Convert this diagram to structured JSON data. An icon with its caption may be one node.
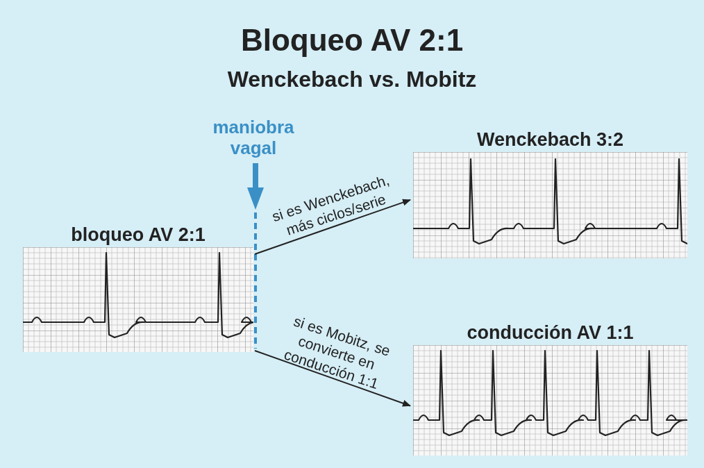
{
  "diagram": {
    "title": "Bloqueo AV 2:1",
    "nodes": [
      {
        "text": [
          "bloqueo AV 2:1"
        ]
      },
      {
        "text": [
          "Wenckebach 3:2"
        ]
      },
      {
        "text": [
          "conducción AV 1:1"
        ]
      }
    ],
    "edges": [
      {
        "from": 0,
        "to": 1,
        "arrow": "to",
        "label": "si es Wenckebach, más ciclos/serie"
      },
      {
        "from": 0,
        "to": 2,
        "arrow": "to",
        "label": "si es Mobitz, se convierte en conducción 1:1"
      }
    ],
    "labels": [
      "Wenckebach vs. Mobitz",
      "maniobra vagal"
    ]
  }
}
